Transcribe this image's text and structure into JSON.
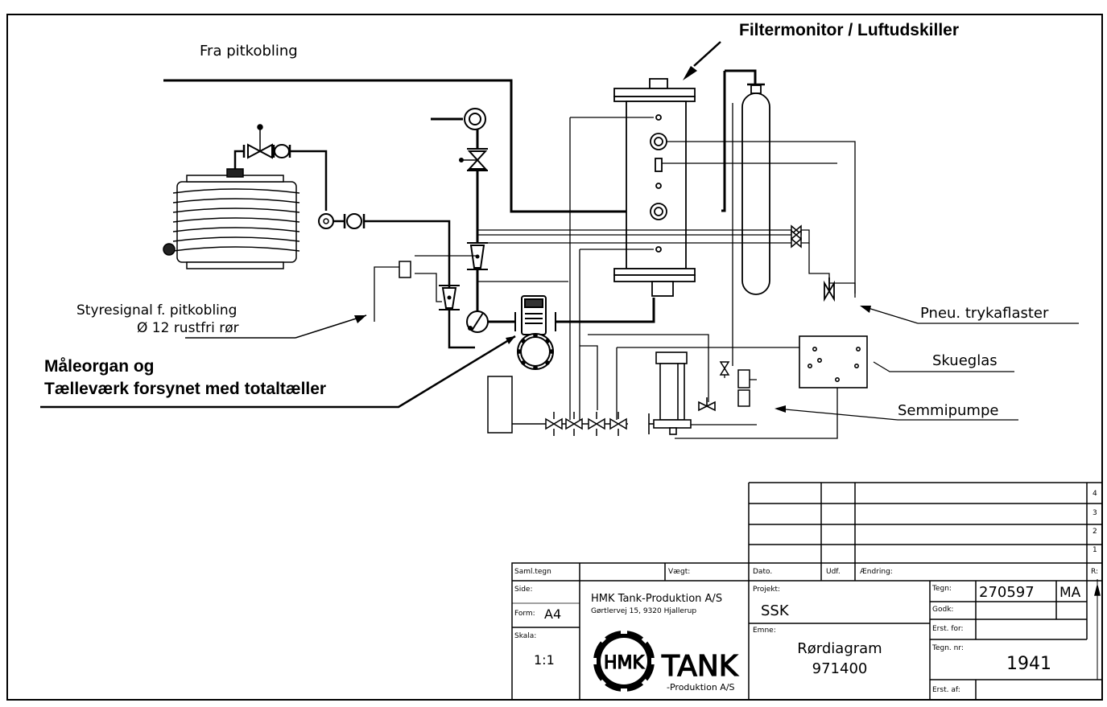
{
  "labels": {
    "fra_pitkobling": "Fra pitkobling",
    "filtermonitor": "Filtermonitor / Luftudskiller",
    "styresignal_line1": "Styresignal f. pitkobling",
    "styresignal_line2": "Ø 12 rustfri rør",
    "maaleorgan_line1": "Måleorgan og",
    "maaleorgan_line2": "Tælleværk forsynet med totaltæller",
    "pneu": "Pneu. trykaflaster",
    "skueglas": "Skueglas",
    "semmipumpe": "Semmipumpe"
  },
  "revision_table": {
    "row_numbers": [
      "4",
      "3",
      "2",
      "1"
    ],
    "r_label": "R:",
    "header": {
      "dato": "Dato.",
      "udf": "Udf.",
      "aendring": "Ændring:"
    }
  },
  "title_block": {
    "saml_tegn": "Saml.tegn",
    "vaegt": "Vægt:",
    "side": "Side:",
    "form_label": "Form:",
    "form_value": "A4",
    "company_name": "HMK Tank-Produktion A/S",
    "company_address": "Gørtlervej 15, 9320 Hjallerup",
    "skala_label": "Skala:",
    "skala_value": "1:1",
    "logo_text": "HMK",
    "logo_word": "TANK",
    "logo_sub": "-Produktion A/S",
    "projekt_label": "Projekt:",
    "projekt_value": "SSK",
    "emne_label": "Emne:",
    "emne_line1": "Rørdiagram",
    "emne_line2": "971400",
    "tegn_label": "Tegn:",
    "tegn_value": "270597",
    "tegn_initials": "MA",
    "godk_label": "Godk:",
    "erst_for_label": "Erst. for:",
    "tegn_nr_label": "Tegn. nr:",
    "tegn_nr_value": "1941",
    "erst_af_label": "Erst. af:"
  }
}
